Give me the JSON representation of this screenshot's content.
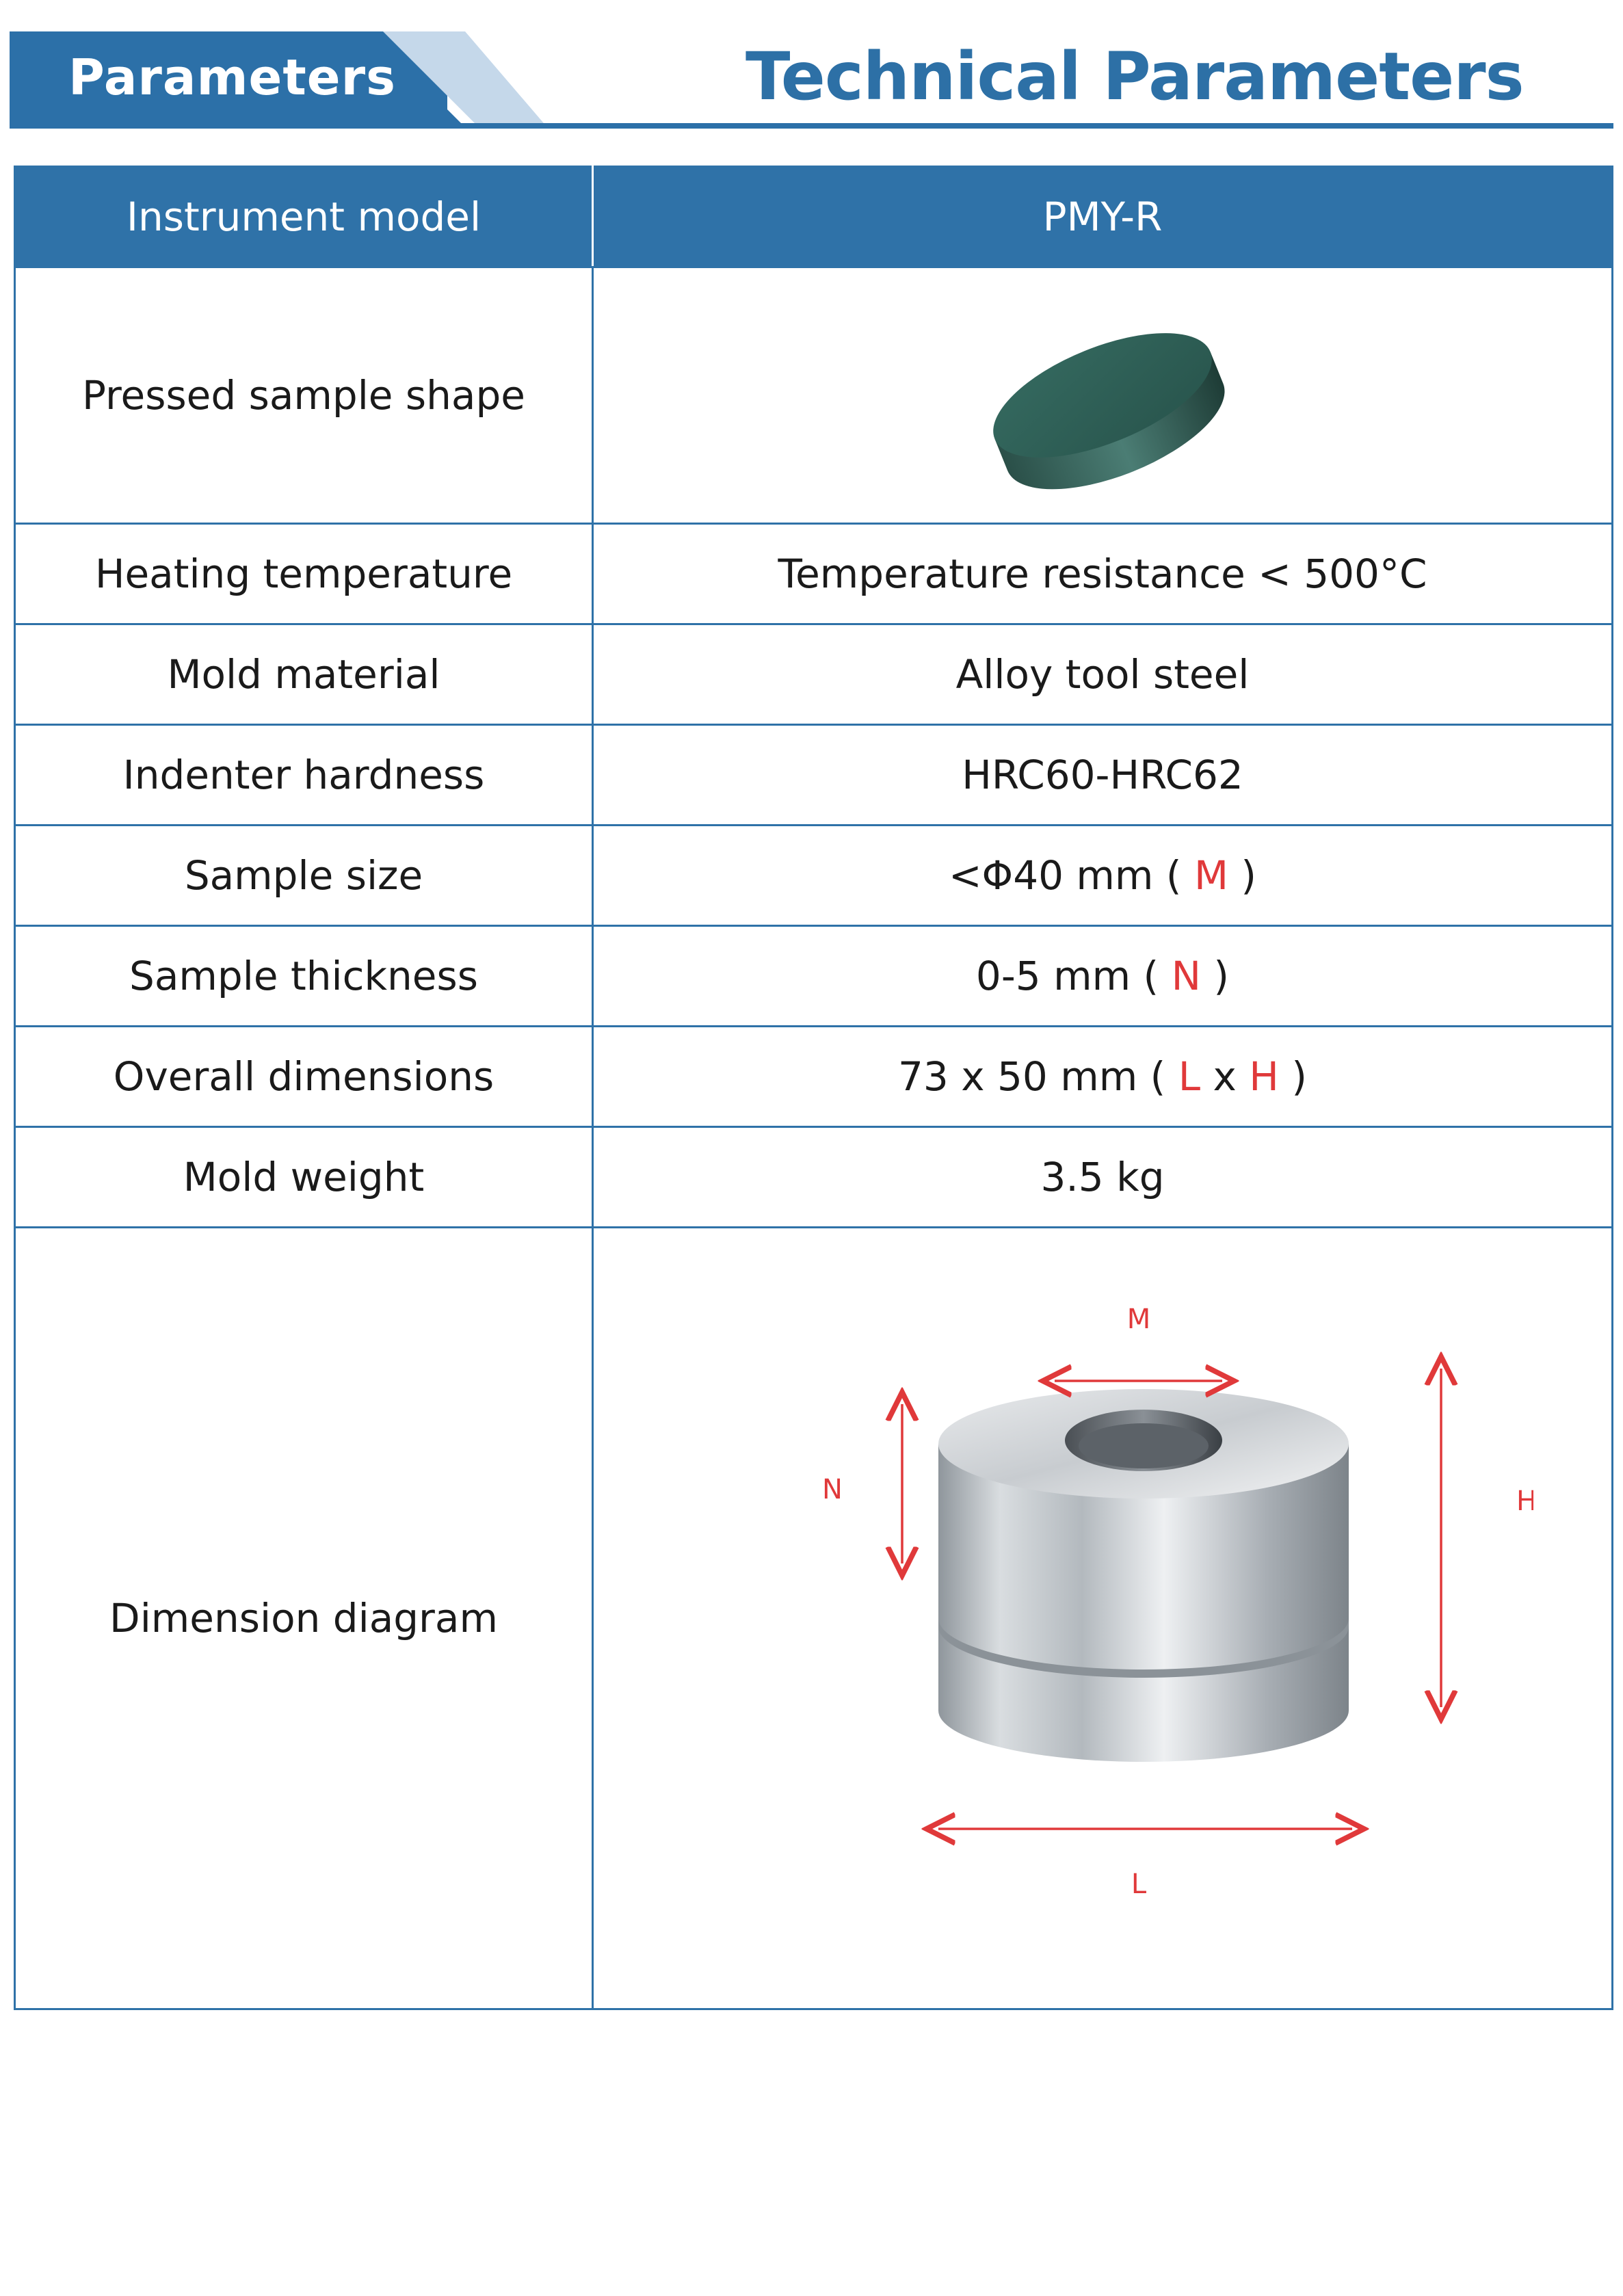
{
  "header": {
    "tab_label": "Parameters",
    "title": "Technical Parameters"
  },
  "table": {
    "instrument_model_label": "Instrument model",
    "instrument_model_value": "PMY-R",
    "pressed_shape_label": "Pressed sample shape",
    "heating_label": "Heating temperature",
    "heating_value": "Temperature resistance < 500°C",
    "mold_material_label": "Mold material",
    "mold_material_value": "Alloy tool steel",
    "hardness_label": "Indenter hardness",
    "hardness_value": "HRC60-HRC62",
    "sample_size_label": "Sample size",
    "sample_size_value": "<Φ40 mm (",
    "sample_size_code": "M",
    "sample_size_close": ")",
    "thickness_label": "Sample thickness",
    "thickness_value": "0-5 mm (",
    "thickness_code": "N",
    "thickness_close": ")",
    "overall_label": "Overall dimensions",
    "overall_value": "73 x 50 mm (",
    "overall_code_l": "L",
    "overall_x": "x",
    "overall_code_h": "H",
    "overall_close": ")",
    "weight_label": "Mold weight",
    "weight_value": "3.5 kg",
    "diagram_label": "Dimension diagram"
  },
  "diagram": {
    "label_m": "M",
    "label_n": "N",
    "label_h": "H",
    "label_l": "L",
    "arrow_color": "#e0393a"
  },
  "colors": {
    "brand_blue": "#2c70a8",
    "accent_red": "#e0393a",
    "disk_green": "#2f5a52"
  }
}
